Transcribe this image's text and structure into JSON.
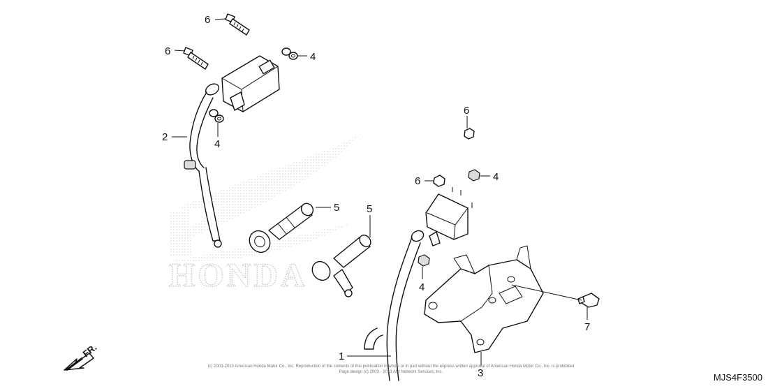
{
  "diagram": {
    "callouts": [
      "6",
      "6",
      "4",
      "2",
      "4",
      "5",
      "5",
      "6",
      "6",
      "4",
      "4",
      "7",
      "1",
      "3"
    ],
    "watermark": "HONDA",
    "direction_label": "FR.",
    "diagram_code": "MJS4F3500",
    "copyright_line1": "(c) 2003-2013 American Honda Motor Co., Inc. Reproduction of the contents of this publication in whole or in part without the express written approval of American Honda Motor Co., Inc. is prohibited",
    "copyright_line2": "Page design (c) 2003 - 2013 ARI Network Services, Inc."
  }
}
